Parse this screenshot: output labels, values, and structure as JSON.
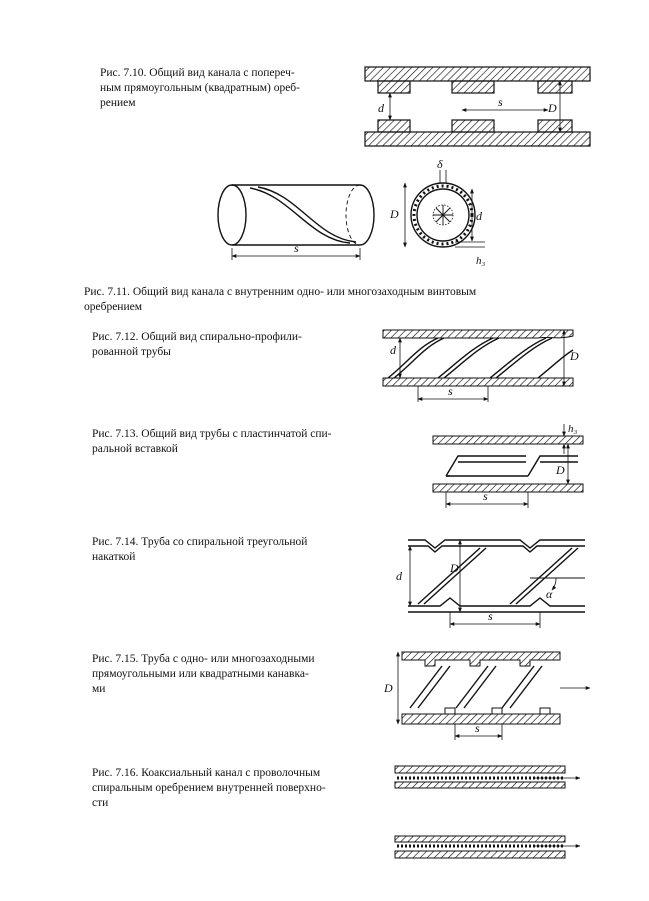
{
  "captions": [
    {
      "id": "7.10",
      "lines": [
        "Рис. 7.10. Общий вид канала с попереч-",
        "ным прямоугольным (квадратным) ореб-",
        "рением"
      ]
    },
    {
      "id": "7.11",
      "lines": [
        "Рис. 7.11. Общий вид канала с внутренним одно- или многозаходным винтовым",
        "оребрением"
      ]
    },
    {
      "id": "7.12",
      "lines": [
        "Рис. 7.12. Общий вид спирально-профили-",
        "рованной трубы"
      ]
    },
    {
      "id": "7.13",
      "lines": [
        "Рис. 7.13. Общий вид трубы с пластинчатой спи-",
        "ральной вставкой"
      ]
    },
    {
      "id": "7.14",
      "lines": [
        "Рис. 7.14. Труба со спиральной треугольной",
        "накаткой"
      ]
    },
    {
      "id": "7.15",
      "lines": [
        "Рис. 7.15. Труба с одно- или многозаходными",
        "прямоугольными или квадратными канавка-",
        "ми"
      ]
    },
    {
      "id": "7.16",
      "lines": [
        "Рис. 7.16. Коаксиальный канал с проволочным",
        "спиральным оребрением внутренней поверхно-",
        "сти"
      ]
    }
  ],
  "labels": {
    "d": "d",
    "D": "D",
    "s": "s",
    "delta": "δ",
    "h3": "h₃",
    "alpha": "α"
  }
}
